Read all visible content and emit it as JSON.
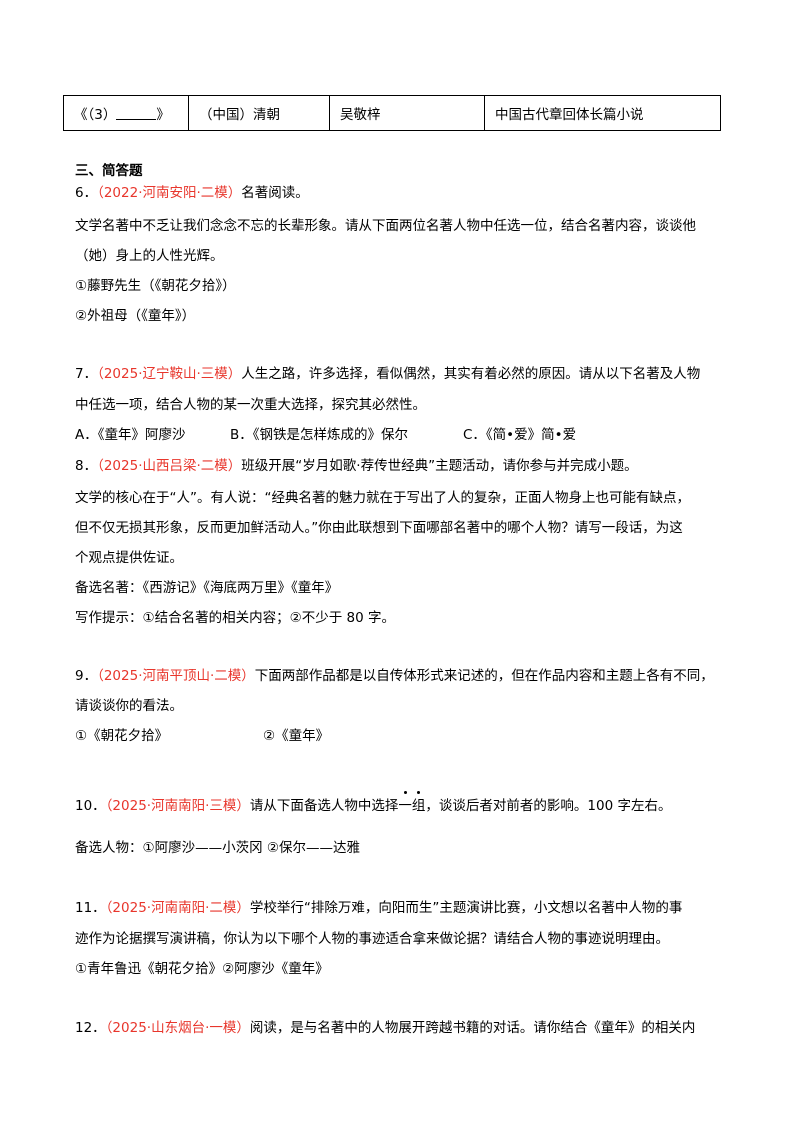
{
  "table": {
    "row": [
      "《（3）",
      "》",
      "（中国）清朝",
      "吴敬梓",
      "中国古代章回体长篇小说"
    ]
  },
  "section_title": "三、简答题",
  "q6": {
    "num": "6．",
    "src": "（2022·河南安阳·二模）",
    "text": "名著阅读。",
    "l1": "文学名著中不乏让我们念念不忘的长辈形象。请从下面两位名著人物中任选一位，结合名著内容，谈谈他",
    "l2": "（她）身上的人性光辉。",
    "o1": "①藤野先生（《朝花夕拾》）",
    "o2": "②外祖母（《童年》）"
  },
  "q7": {
    "num": "7．",
    "src": "（2025·辽宁鞍山·三模）",
    "text": "人生之路，许多选择，看似偶然，其实有着必然的原因。请从以下名著及人物",
    "l1": "中任选一项，结合人物的某一次重大选择，探究其必然性。",
    "oa": "A．《童年》阿廖沙",
    "ob": "B．《钢铁是怎样炼成的》保尔",
    "oc": "C．《简•爱》简•爱"
  },
  "q8": {
    "num": "8．",
    "src": "（2025·山西吕梁·二模）",
    "text": "班级开展“岁月如歌·荐传世经典”主题活动，请你参与并完成小题。",
    "l1": "文学的核心在于“人”。有人说：“经典名著的魅力就在于写出了人的复杂，正面人物身上也可能有缺点，",
    "l2": "但不仅无损其形象，反而更加鲜活动人。”你由此联想到下面哪部名著中的哪个人物？请写一段话，为这",
    "l3": "个观点提供佐证。",
    "l4": "备选名著：《西游记》《海底两万里》《童年》",
    "l5": "写作提示：①结合名著的相关内容；②不少于 80 字。"
  },
  "q9": {
    "num": "9．",
    "src": "（2025·河南平顶山·二模）",
    "text": "下面两部作品都是以自传体形式来记述的，但在作品内容和主题上各有不同，",
    "l1": "请谈谈你的看法。",
    "o1": "①《朝花夕拾》",
    "o2": "②《童年》"
  },
  "q10": {
    "num": "10．",
    "src": "（2025·河南南阳·三模）",
    "text_a": "请从下面备选人物中选择",
    "dot1": "一",
    "dot2": "组",
    "text_b": "，谈谈后者对前者的影响。100 字左右。",
    "l1": "备选人物：①阿廖沙——小茨冈  ②保尔——达雅"
  },
  "q11": {
    "num": "11．",
    "src": "（2025·河南南阳·二模）",
    "text": "学校举行“排除万难，向阳而生”主题演讲比赛，小文想以名著中人物的事",
    "l1": "迹作为论据撰写演讲稿，你认为以下哪个人物的事迹适合拿来做论据？请结合人物的事迹说明理由。",
    "l2": "①青年鲁迅《朝花夕拾》②阿廖沙《童年》"
  },
  "q12": {
    "num": "12．",
    "src": "（2025·山东烟台·一模）",
    "text": "阅读，是与名著中的人物展开跨越书籍的对话。请你结合《童年》的相关内"
  }
}
